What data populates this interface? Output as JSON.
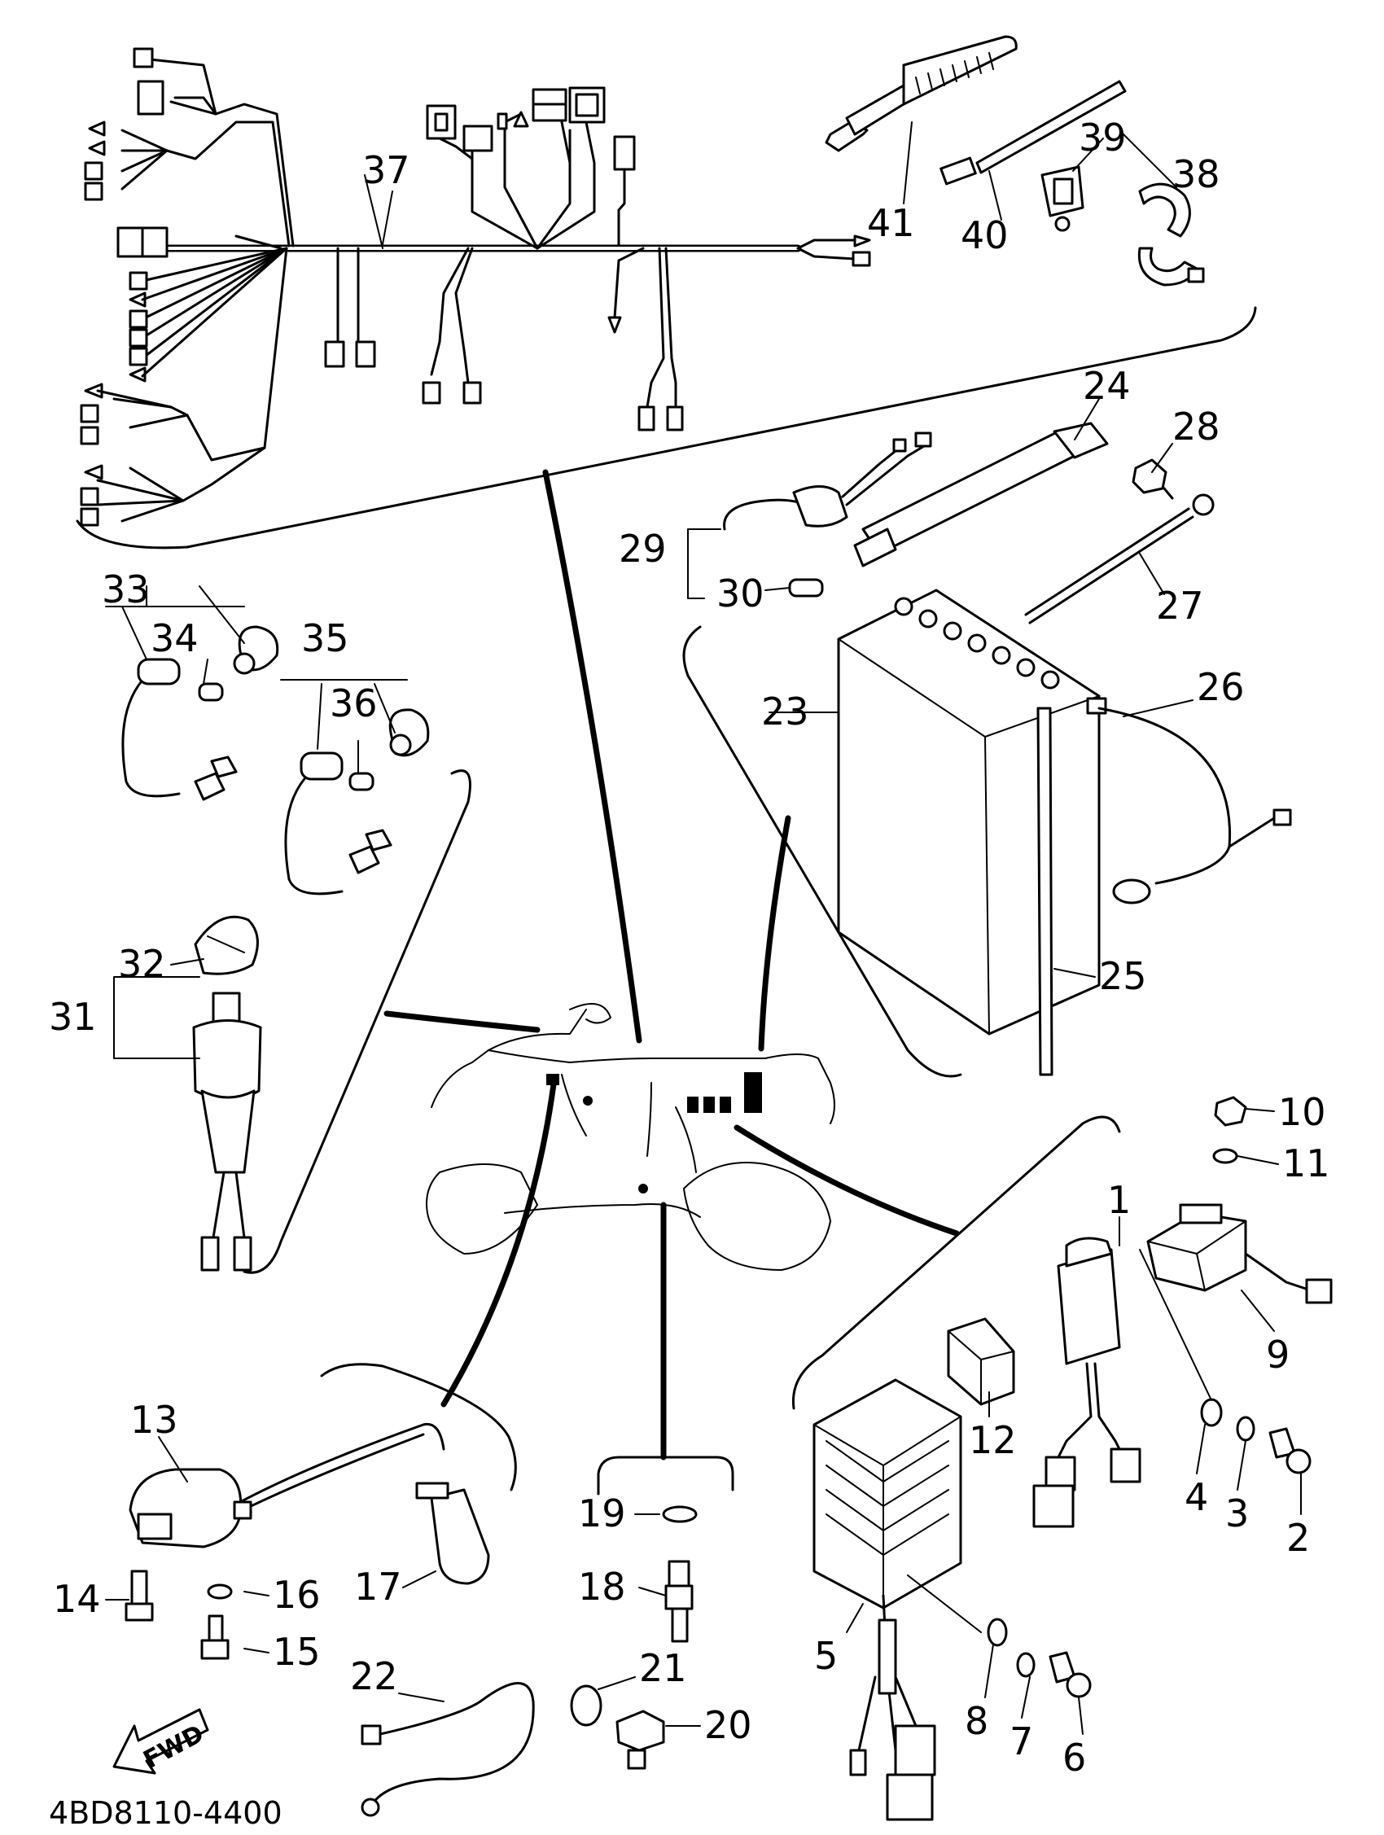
{
  "drawing_code": "4BD8110-4400",
  "fwd_label": "FWD",
  "callouts": {
    "c1": "1",
    "c2": "2",
    "c3": "3",
    "c4": "4",
    "c5": "5",
    "c6": "6",
    "c7": "7",
    "c8": "8",
    "c9": "9",
    "c10": "10",
    "c11": "11",
    "c12": "12",
    "c13": "13",
    "c14": "14",
    "c15": "15",
    "c16": "16",
    "c17": "17",
    "c18": "18",
    "c19": "19",
    "c20": "20",
    "c21": "21",
    "c22": "22",
    "c23": "23",
    "c24": "24",
    "c25": "25",
    "c26": "26",
    "c27": "27",
    "c28": "28",
    "c29": "29",
    "c30": "30",
    "c31": "31",
    "c32": "32",
    "c33": "33",
    "c34": "34",
    "c35": "35",
    "c36": "36",
    "c37": "37",
    "c38": "38",
    "c39": "39",
    "c40": "40",
    "c41": "41"
  }
}
